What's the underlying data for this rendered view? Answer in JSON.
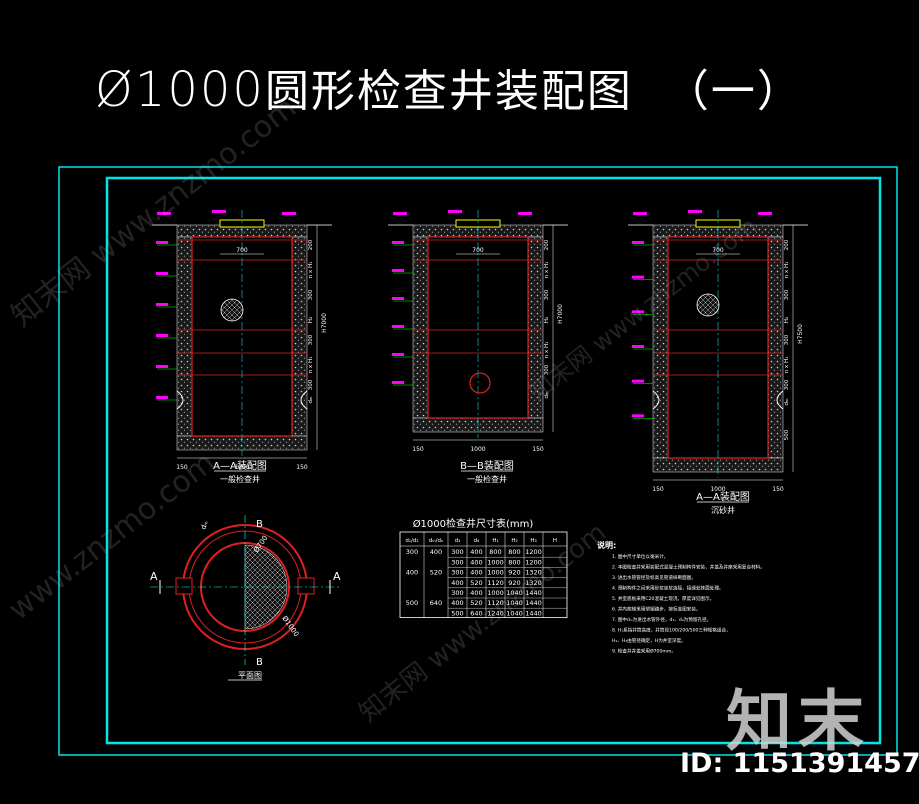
{
  "title": {
    "prefix": "Ø1000",
    "main": "圆形检查井装配图",
    "suffix": "（一）"
  },
  "views": [
    {
      "section": "A—A装配图",
      "sub": "一般检查井"
    },
    {
      "section": "B—B装配图",
      "sub": "一般检查井"
    },
    {
      "section": "A—A装配图",
      "sub": "沉砂井"
    }
  ],
  "dims": {
    "inner_width": "1000",
    "wall": "150",
    "cover": "700",
    "h1_a": "H7000",
    "h1_c": "H7500",
    "seg_200": "200",
    "seg_300": "300",
    "seg_300b": "300",
    "seg_300c": "300",
    "seg_500": "500",
    "nxh1": "n x H₁",
    "h1": "H₁",
    "h2": "H₂",
    "h3": "H₃",
    "dm": "dₘ"
  },
  "plan": {
    "label": "平面图",
    "sec_a": "A",
    "sec_b": "B",
    "d700": "Ø700",
    "d1000": "Ø1000",
    "dm": "dₘ"
  },
  "table": {
    "title": "Ø1000检查井尺寸表(mm)",
    "headers": [
      "d₁/d₂",
      "dₘ/dₙ",
      "d₃",
      "d₄",
      "H₁",
      "H₂",
      "H₃",
      "H"
    ],
    "rows": [
      [
        "300",
        "400",
        "300",
        "400",
        "800",
        "800",
        "1200"
      ],
      [
        "",
        "",
        "300",
        "400",
        "1000",
        "800",
        "1200"
      ],
      [
        "400",
        "520",
        "300",
        "400",
        "1000",
        "920",
        "1320"
      ],
      [
        "",
        "",
        "400",
        "520",
        "1120",
        "920",
        "1320"
      ],
      [
        "",
        "",
        "300",
        "400",
        "1000",
        "1040",
        "1440"
      ],
      [
        "500",
        "640",
        "400",
        "520",
        "1120",
        "1040",
        "1440"
      ],
      [
        "",
        "",
        "500",
        "640",
        "1240",
        "1040",
        "1440"
      ]
    ]
  },
  "notes": {
    "heading": "说明:",
    "items": [
      "1.  图中尺寸单位以毫米计。",
      "2.  本图检查井采用装配式混凝土预制构件安装，井盖及井座采用复合材料。",
      "3.  进出水管管径及标高见管道纵断面图。",
      "4.  预制构件之间采用砂浆坐浆连接，接缝处抹面处理。",
      "5.  井室底板采用C20混凝土现浇，厚度详见图示。",
      "6.  井内爬梯采用塑钢踏步，按标准图安装。",
      "7.  图中dₘ为进出水管外径，d₃、d₄为预留孔径。",
      "8.  H₁系指井筒高度，井筒段100/200/500三种规格组合，",
      "    H₂、H₃由管径确定，H为井室深度。",
      "9.  检查井井盖采用Ø700mm。"
    ]
  },
  "id_text": "ID: 1151391457",
  "logo_text": "知末",
  "watermarks": [
    "知末网 www.znzmo.com",
    "www.znzmo.com",
    "知末网 www.znzmo.com"
  ],
  "colors": {
    "frame": "#00e5e5",
    "wall_hatch": "#c8c8c8",
    "red": "#e02020",
    "magenta": "#ff00ff",
    "yellow": "#ffff00",
    "green": "#00ff00",
    "cyan": "#00ffff",
    "white": "#ffffff"
  }
}
